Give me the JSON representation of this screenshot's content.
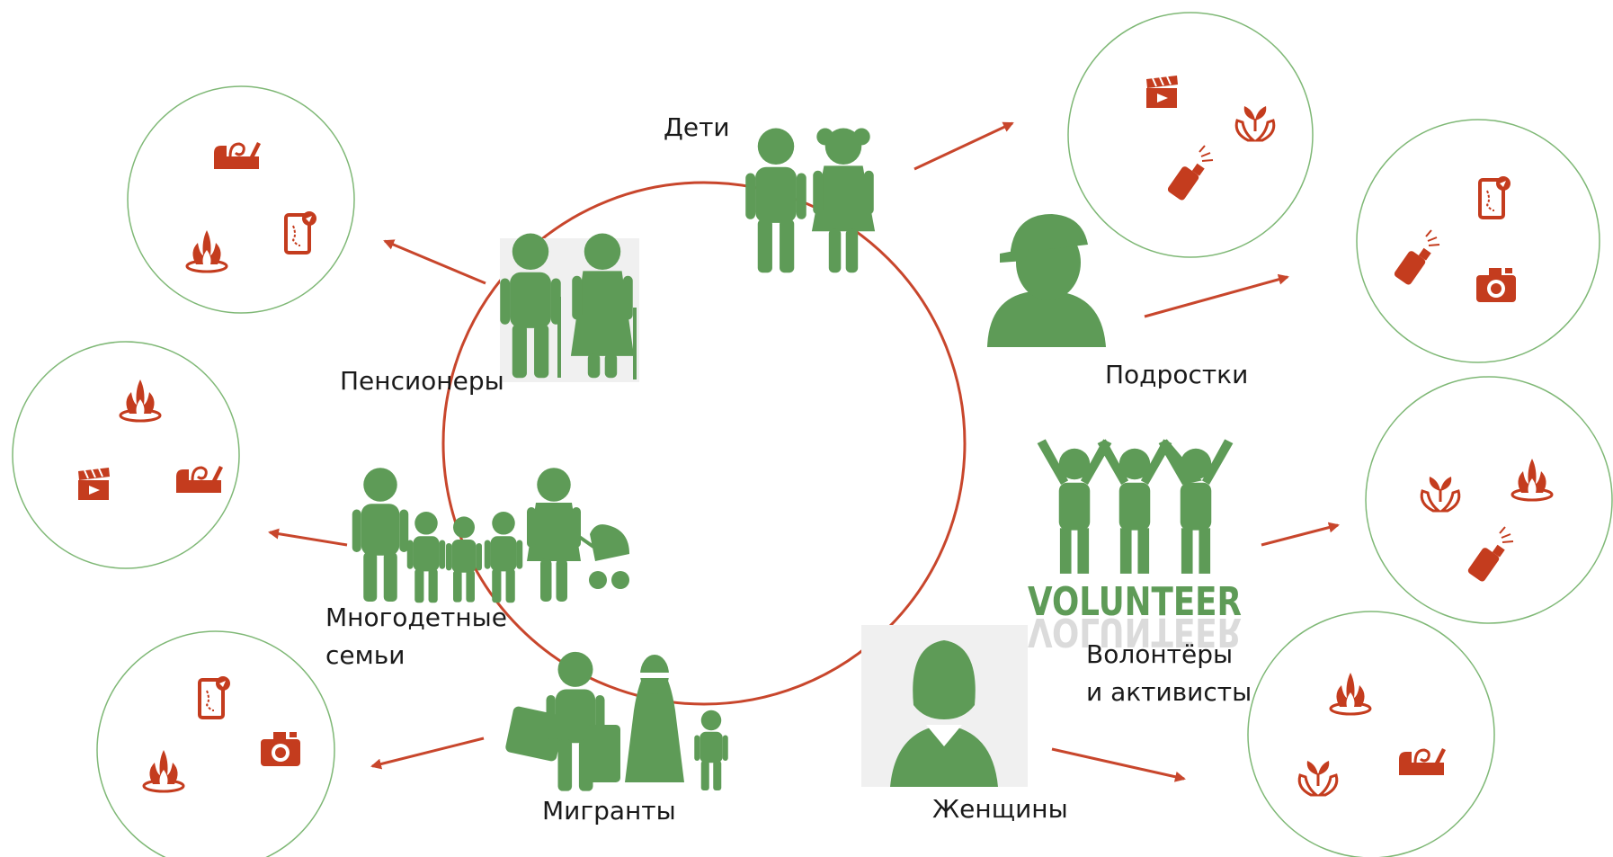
{
  "colors": {
    "ring": "#c8462c",
    "arrow": "#c8462c",
    "people": "#5e9b57",
    "bubble_border": "#7fb876",
    "icon": "#c43c1e",
    "label": "#1a1a1a"
  },
  "groups": {
    "children": "Дети",
    "teens": "Подростки",
    "volunteers_1": "Волонтёры",
    "volunteers_2": "и активисты",
    "women": "Женщины",
    "migrants": "Мигранты",
    "families_1": "Многодетные",
    "families_2": "семьи",
    "pensioners": "Пенсионеры"
  },
  "logo": {
    "volunteer_word": "VOLUNTEER"
  },
  "bubbles": {
    "pensioners": [
      "tool-icon",
      "bonfire-icon",
      "map-phone-icon"
    ],
    "families": [
      "bonfire-icon",
      "clapper-icon",
      "tool-icon"
    ],
    "migrants": [
      "map-phone-icon",
      "bonfire-icon",
      "camera-icon"
    ],
    "children": [
      "clapper-icon",
      "hands-plant-icon",
      "spray-icon"
    ],
    "teens": [
      "map-phone-icon",
      "spray-icon",
      "camera-icon"
    ],
    "volunteers": [
      "hands-plant-icon",
      "bonfire-icon",
      "spray-icon"
    ],
    "women": [
      "bonfire-icon",
      "hands-plant-icon",
      "tool-icon"
    ]
  }
}
